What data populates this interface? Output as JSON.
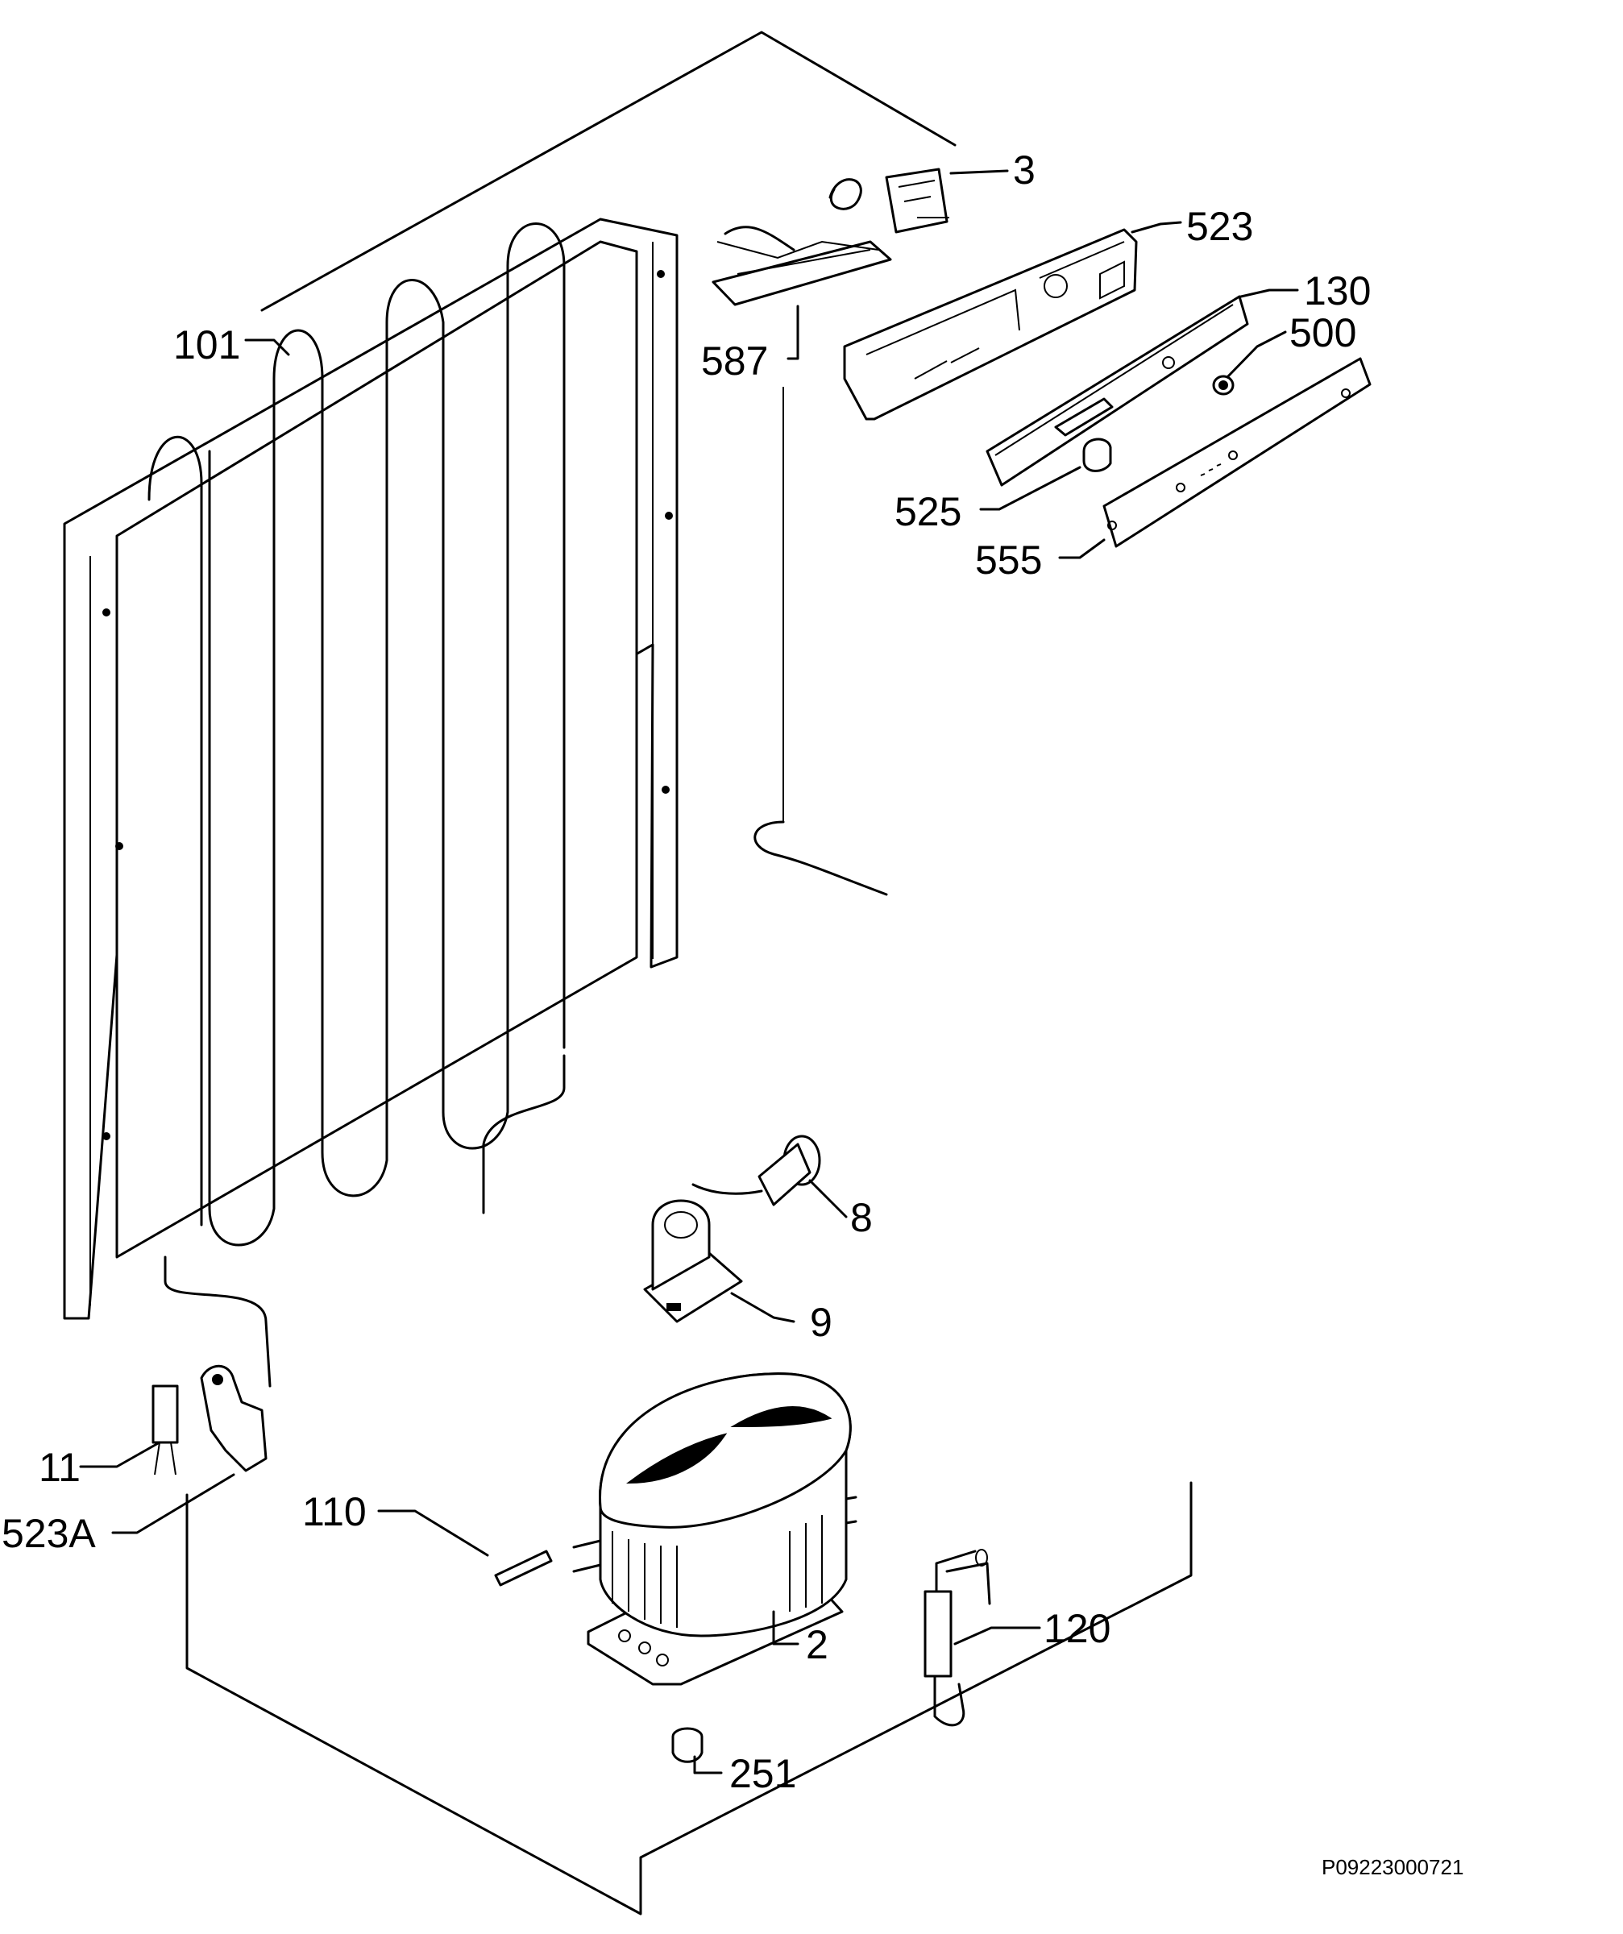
{
  "labels": {
    "p3": "3",
    "p523": "523",
    "p130": "130",
    "p500": "500",
    "p101": "101",
    "p587": "587",
    "p525": "525",
    "p555": "555",
    "p8": "8",
    "p9": "9",
    "p11": "11",
    "p523a": "523A",
    "p110": "110",
    "p2": "2",
    "p120": "120",
    "p251": "251"
  },
  "drawing_code": "P09223000721"
}
